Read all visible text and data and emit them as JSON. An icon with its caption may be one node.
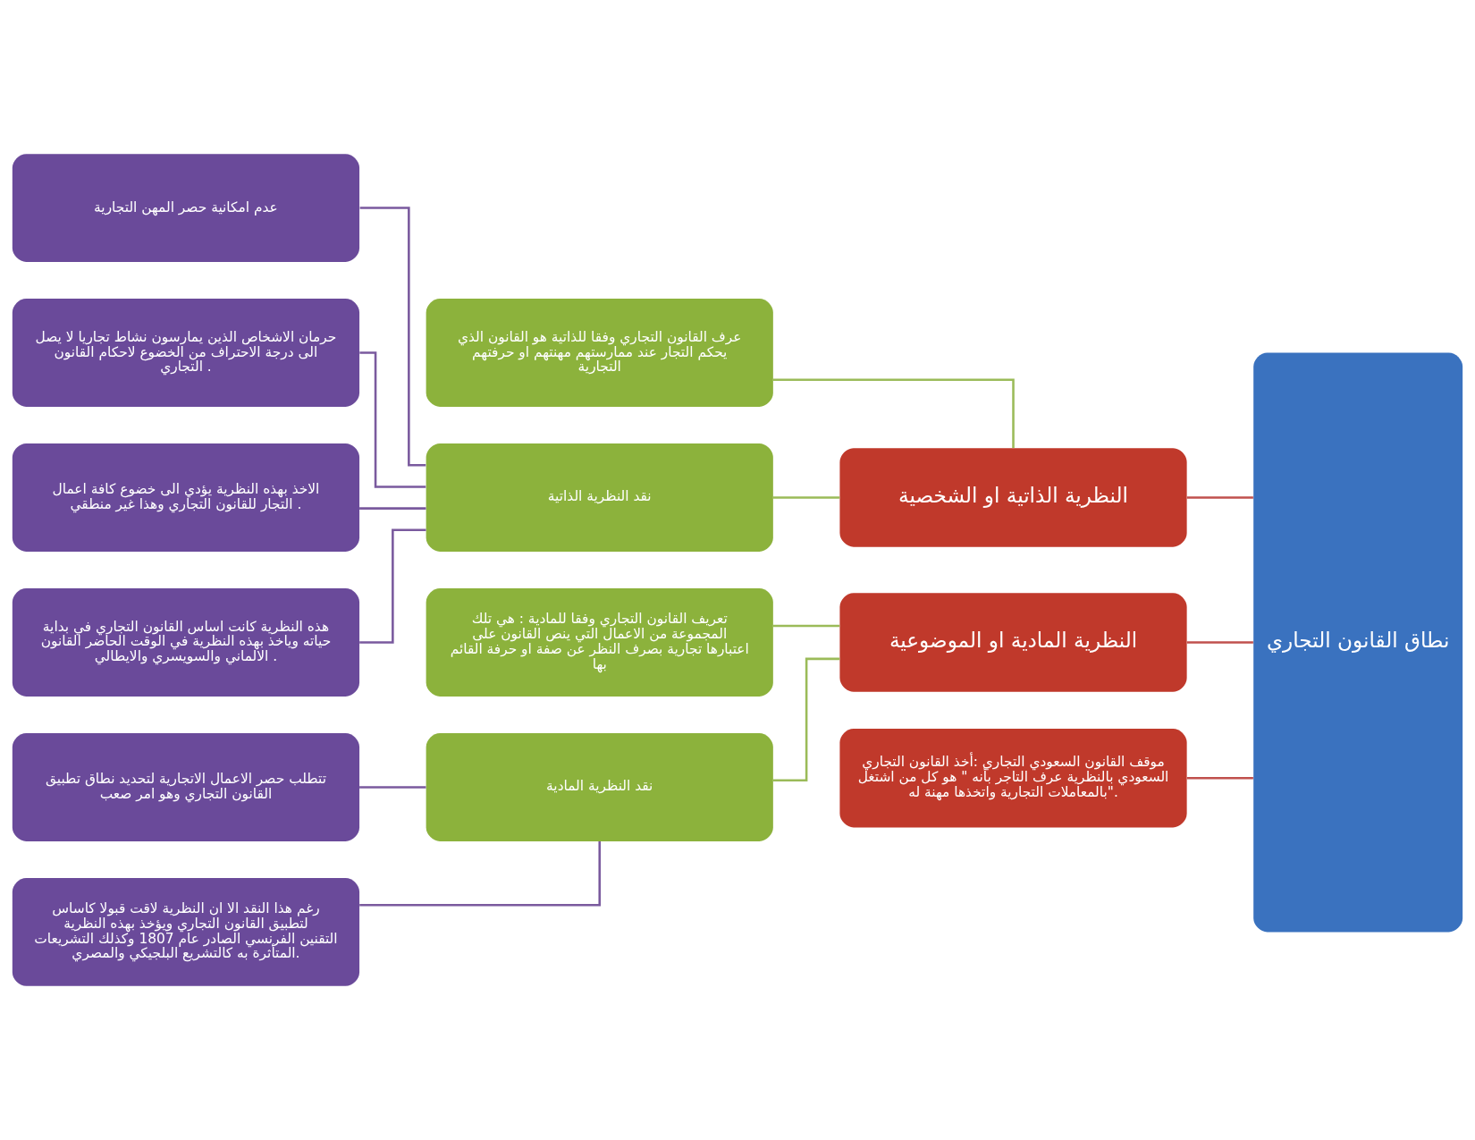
{
  "diagram": {
    "nodes": [
      {
        "text": [
          "نطاق القانون التجاري"
        ]
      },
      {
        "text": [
          "النظرية الذاتية او الشخصية"
        ]
      },
      {
        "text": [
          "النظرية المادية او الموضوعية"
        ]
      },
      {
        "text": [
          "موقف القانون السعودي التجاري :أخذ القانون التجاري السعودي بالنظرية عرف التاجر بأنه \" هو كل من اشتغل بالمعاملات التجارية واتخذها مهنة له\"."
        ]
      },
      {
        "text": [
          "عرف القانون التجاري وفقا للذاتية هو القانون الذي يحكم التجار عند ممارستهم مهنتهم او حرفتهم التجارية"
        ]
      },
      {
        "text": [
          "نقد النظرية الذاتية"
        ]
      },
      {
        "text": [
          "تعريف القانون التجاري وفقا للمادية : هي تلك المجموعة من الاعمال التي ينص القانون على اعتبارها تجارية بصرف النظر عن صفة او حرفة القائم بها"
        ]
      },
      {
        "text": [
          "نقد النظرية المادية"
        ]
      },
      {
        "text": [
          "عدم امكانية حصر المهن التجارية"
        ]
      },
      {
        "text": [
          "حرمان الاشخاص الذين يمارسون نشاط تجاريا لا يصل الى درجة الاحتراف من الخضوع لاحكام القانون التجاري ."
        ]
      },
      {
        "text": [
          "الاخذ بهذه النظرية يؤدي الى خضوع كافة اعمال التجار للقانون التجاري وهذا غير منطقي ."
        ]
      },
      {
        "text": [
          "هذه النظرية كانت اساس القانون التجاري في بداية حياته وياخذ بهذه النظرية في الوقت الحاضر القانون الالماني والسويسري والايطالي ."
        ]
      },
      {
        "text": [
          "تتطلب حصر الاعمال الاتجارية لتحديد نطاق تطبيق القانون التجاري وهو امر صعب"
        ]
      },
      {
        "text": [
          "رغم هذا النقد الا ان النظرية لاقت قبولا كاساس لتطبيق القانون التجاري ويؤخذ بهذه النظرية التقنين الفرنسي الصادر عام 1807 وكذلك التشريعات المتأثرة به كالتشريع البلجيكي والمصري."
        ]
      }
    ],
    "edges": [
      {
        "from": 0,
        "to": 1,
        "arrow": "none",
        "color": "#c0504d"
      },
      {
        "from": 0,
        "to": 2,
        "arrow": "none",
        "color": "#c0504d"
      },
      {
        "from": 0,
        "to": 3,
        "arrow": "none",
        "color": "#c0504d"
      },
      {
        "from": 1,
        "to": 4,
        "arrow": "none",
        "color": "#9bbb59"
      },
      {
        "from": 1,
        "to": 5,
        "arrow": "none",
        "color": "#9bbb59"
      },
      {
        "from": 2,
        "to": 6,
        "arrow": "none",
        "color": "#9bbb59"
      },
      {
        "from": 2,
        "to": 7,
        "arrow": "none",
        "color": "#9bbb59"
      },
      {
        "from": 5,
        "to": 8,
        "arrow": "none"
      },
      {
        "from": 5,
        "to": 9,
        "arrow": "none"
      },
      {
        "from": 5,
        "to": 10,
        "arrow": "none"
      },
      {
        "from": 5,
        "to": 11,
        "arrow": "none"
      },
      {
        "from": 7,
        "to": 12,
        "arrow": "none"
      },
      {
        "from": 7,
        "to": 13,
        "arrow": "none"
      }
    ]
  }
}
